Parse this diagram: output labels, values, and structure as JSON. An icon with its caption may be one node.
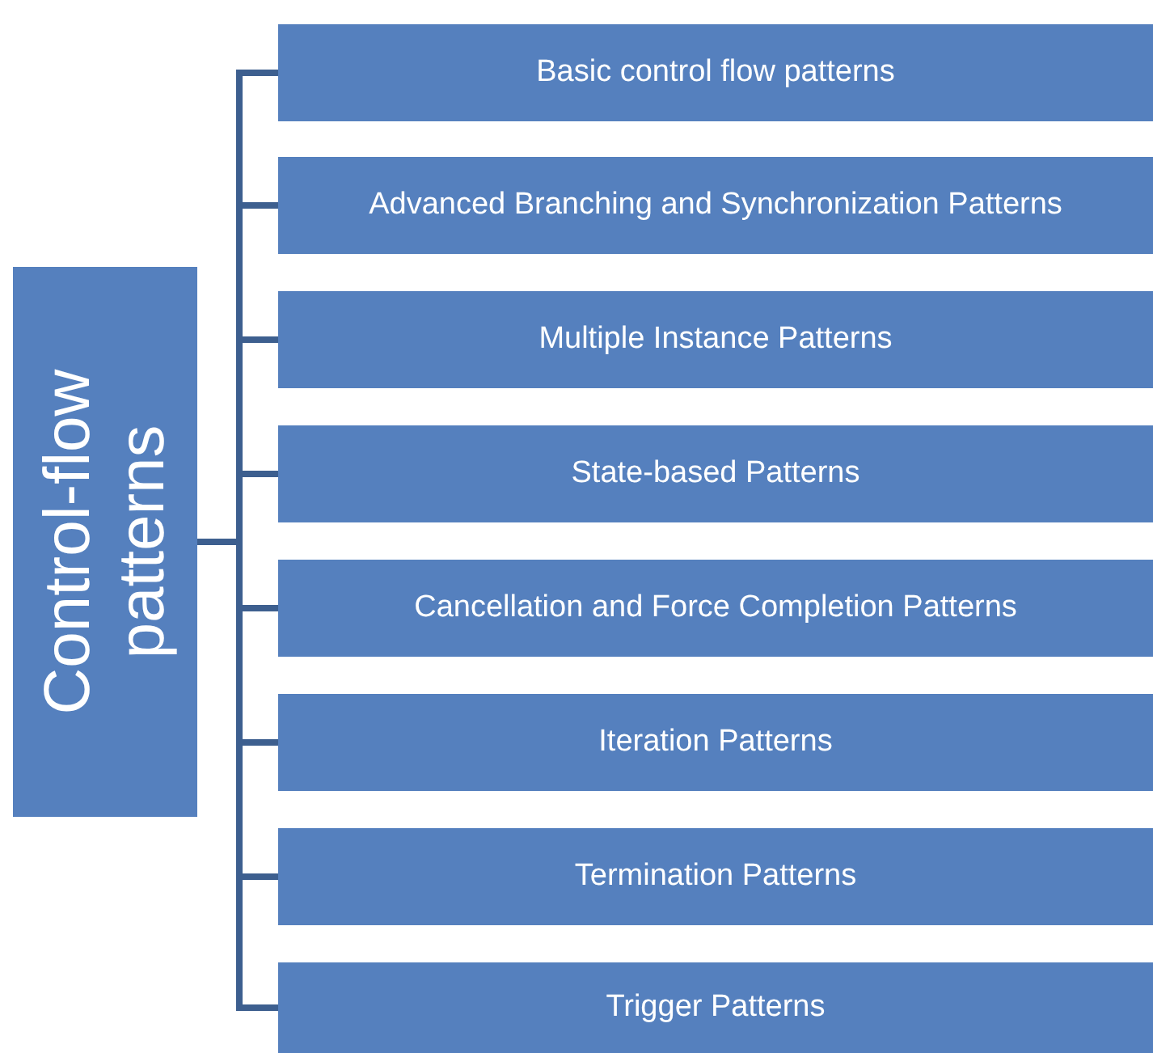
{
  "diagram": {
    "nodes": [
      {
        "text": [
          "Control-flow patterns"
        ]
      },
      {
        "text": [
          "Basic control flow patterns"
        ]
      },
      {
        "text": [
          "Advanced Branching and Synchronization Patterns"
        ]
      },
      {
        "text": [
          "Multiple Instance Patterns"
        ]
      },
      {
        "text": [
          "State-based Patterns"
        ]
      },
      {
        "text": [
          "Cancellation and Force Completion Patterns"
        ]
      },
      {
        "text": [
          "Iteration Patterns"
        ]
      },
      {
        "text": [
          "Termination Patterns"
        ]
      },
      {
        "text": [
          "Trigger Patterns"
        ]
      }
    ],
    "edges": [
      {
        "from": 0,
        "to": 1,
        "arrow": "none"
      },
      {
        "from": 0,
        "to": 2,
        "arrow": "none"
      },
      {
        "from": 0,
        "to": 3,
        "arrow": "none"
      },
      {
        "from": 0,
        "to": 4,
        "arrow": "none"
      },
      {
        "from": 0,
        "to": 5,
        "arrow": "none"
      },
      {
        "from": 0,
        "to": 6,
        "arrow": "none"
      },
      {
        "from": 0,
        "to": 7,
        "arrow": "none"
      },
      {
        "from": 0,
        "to": 8,
        "arrow": "none"
      }
    ]
  }
}
